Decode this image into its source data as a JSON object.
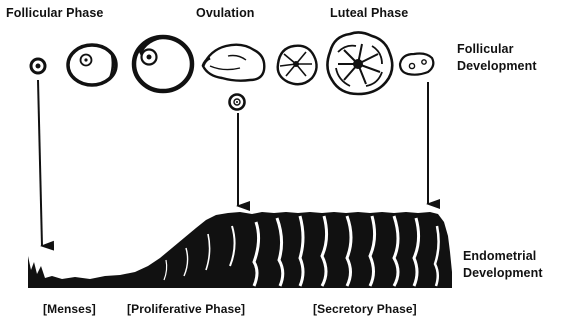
{
  "top_phases": {
    "follicular": "Follicular Phase",
    "ovulation": "Ovulation",
    "luteal": "Luteal Phase"
  },
  "side_labels": {
    "follicular_line1": "Follicular",
    "follicular_line2": "Development",
    "endometrial_line1": "Endometrial",
    "endometrial_line2": "Development"
  },
  "bottom_phases": {
    "menses": "[Menses]",
    "proliferative": "[Proliferative Phase]",
    "secretory": "[Secretory Phase]"
  },
  "colors": {
    "ink": "#111111",
    "background": "#ffffff"
  }
}
